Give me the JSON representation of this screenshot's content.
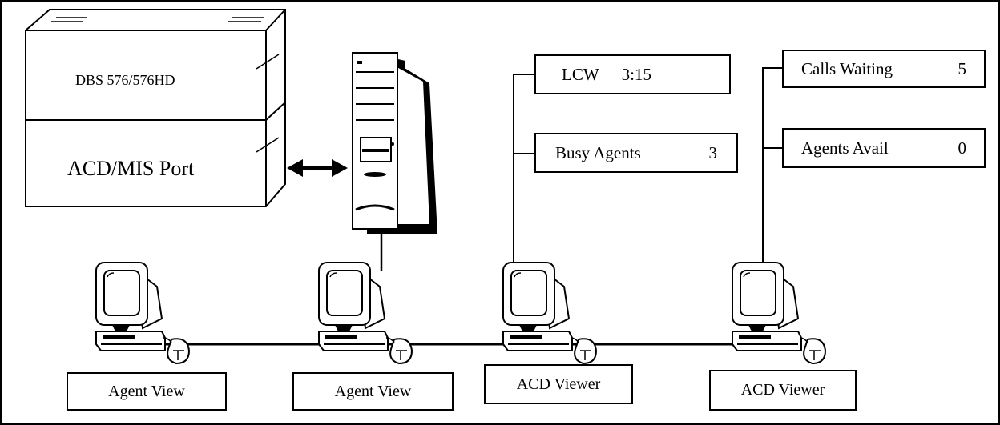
{
  "pbx": {
    "model": "DBS 576/576HD",
    "port": "ACD/MIS Port"
  },
  "displays": {
    "lcw": {
      "label": "LCW",
      "value": "3:15"
    },
    "busy_agents": {
      "label": "Busy Agents",
      "value": "3"
    },
    "calls_waiting": {
      "label": "Calls Waiting",
      "value": "5"
    },
    "agents_avail": {
      "label": "Agents Avail",
      "value": "0"
    }
  },
  "workstations": [
    {
      "label": "Agent View"
    },
    {
      "label": "Agent View"
    },
    {
      "label": "ACD Viewer"
    },
    {
      "label": "ACD Viewer"
    }
  ],
  "icons": [
    "pbx-cabinet-icon",
    "tower-server-icon",
    "double-arrow-icon",
    "computer-workstation-icon"
  ]
}
